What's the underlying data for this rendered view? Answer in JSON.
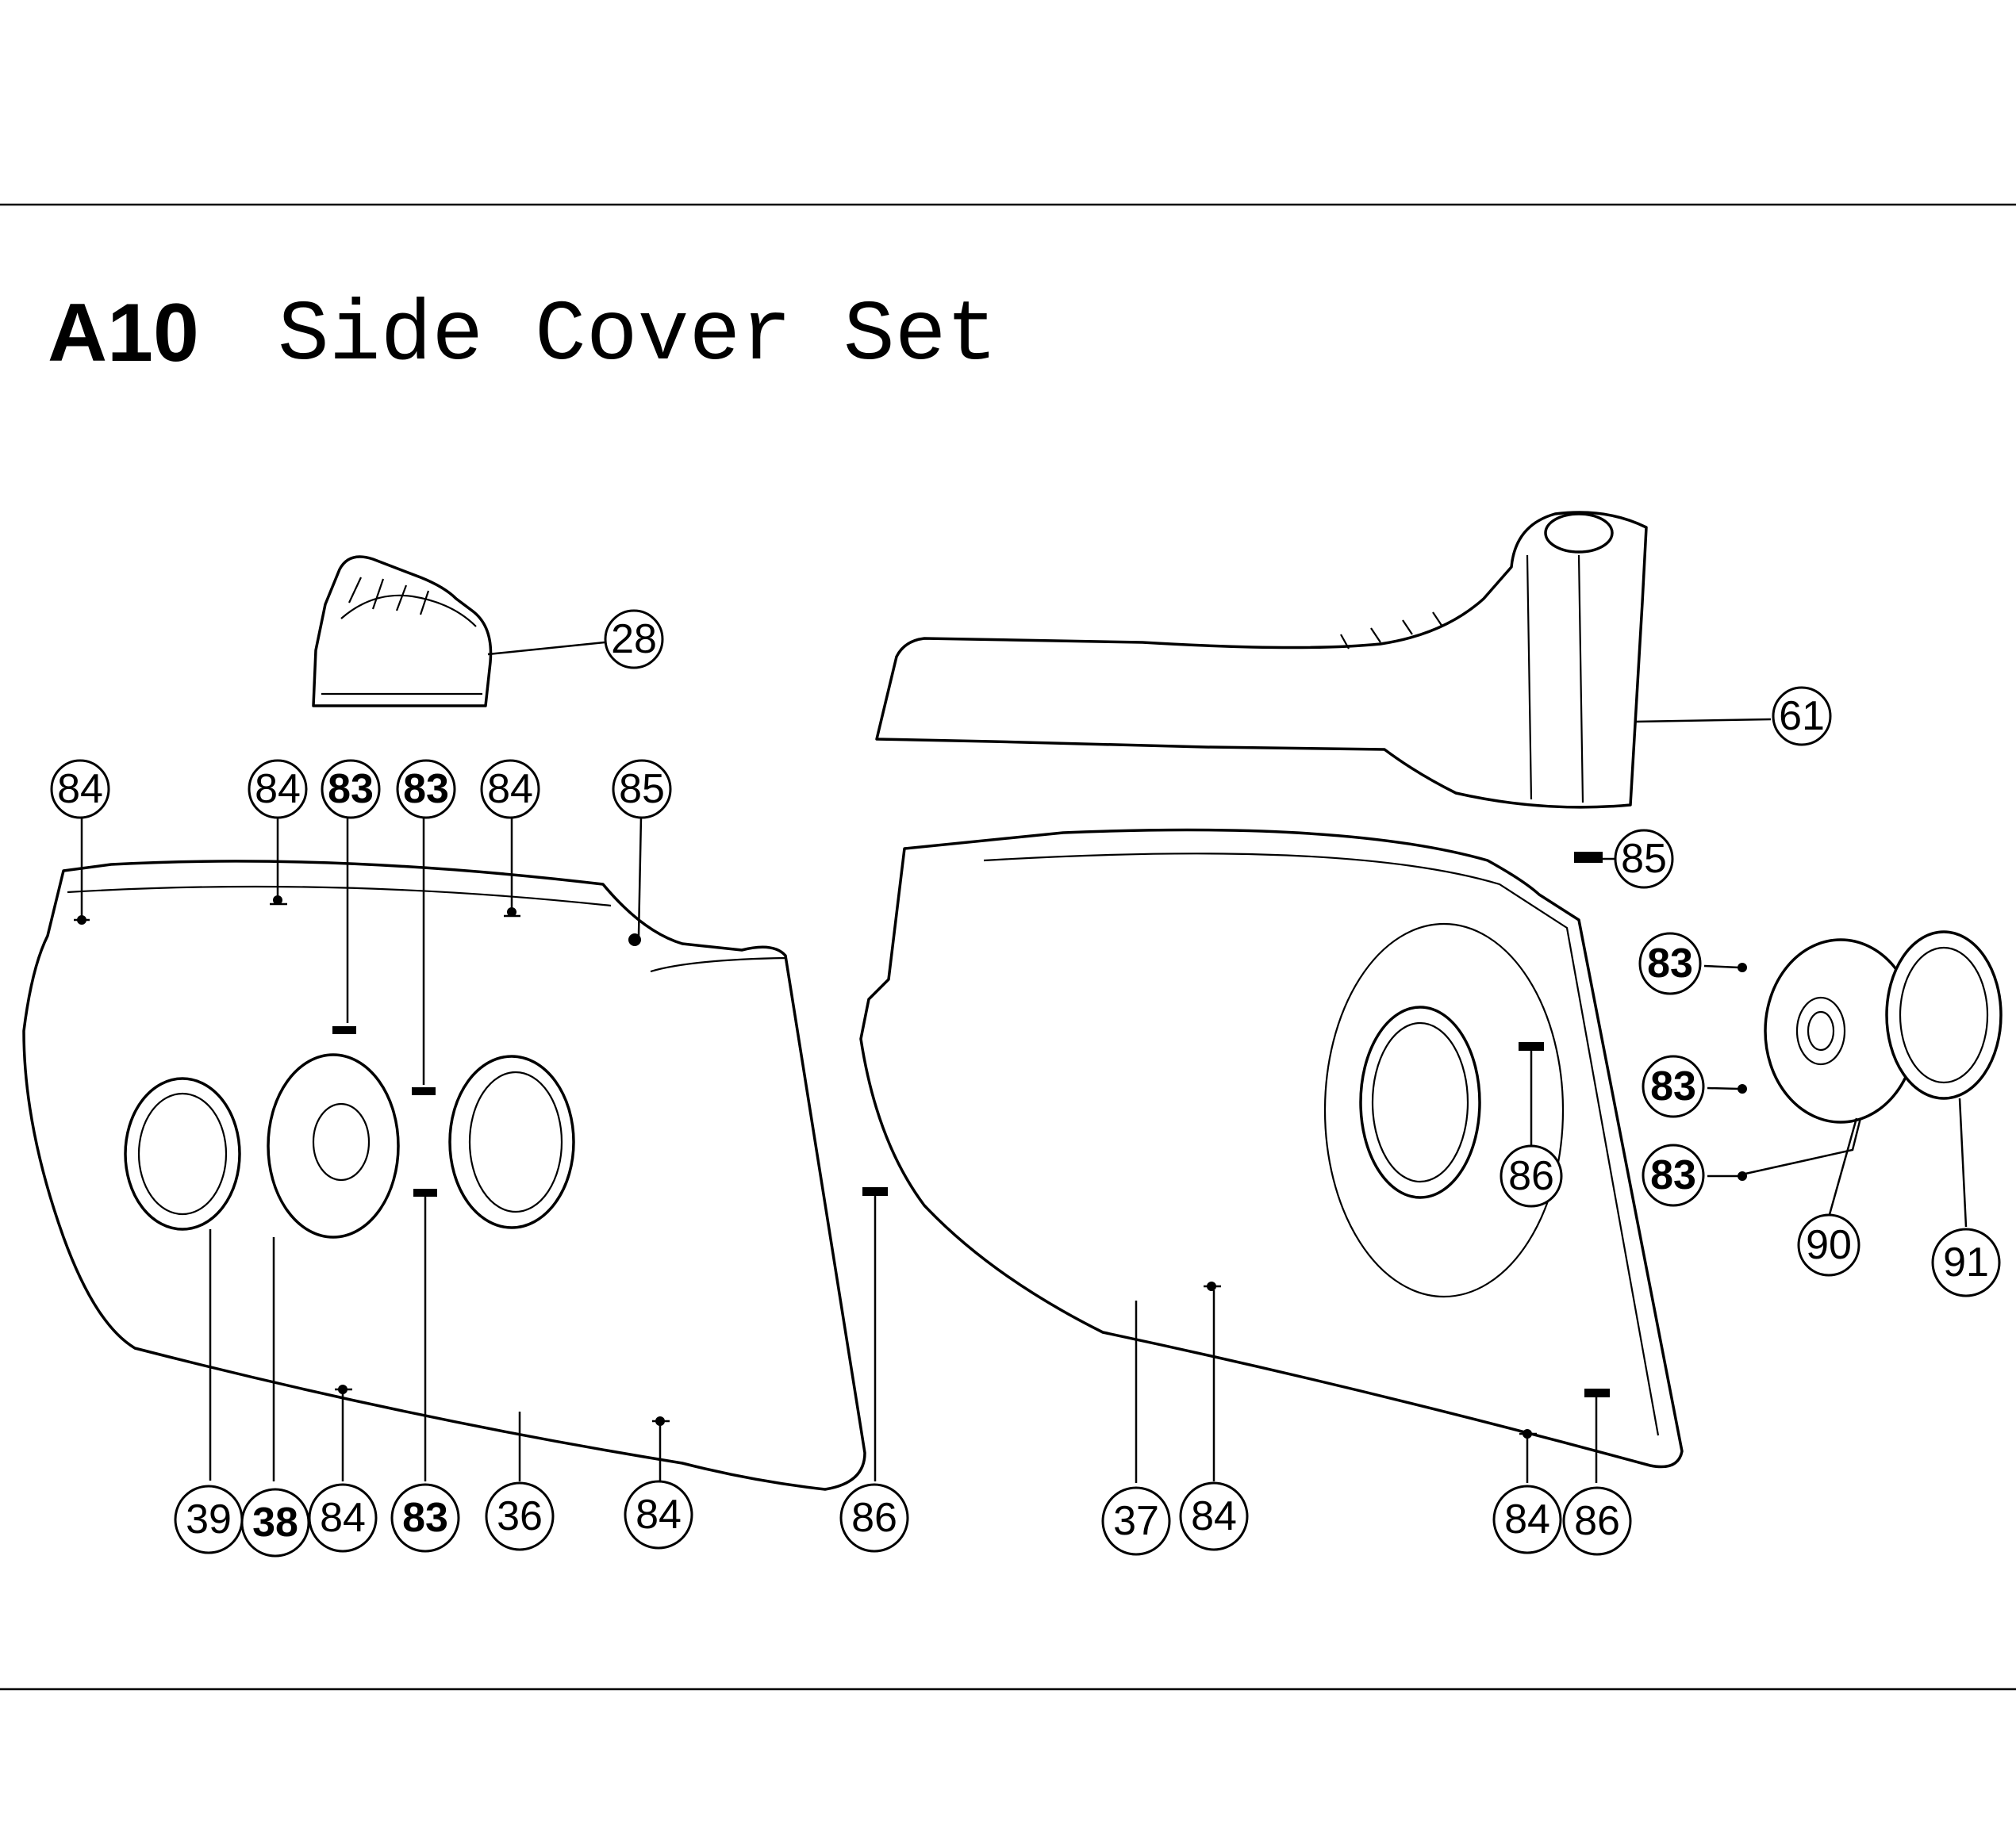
{
  "title": {
    "code": "A10",
    "text": "Side Cover Set"
  },
  "callouts": [
    {
      "id": "c28",
      "label": "28"
    },
    {
      "id": "c61",
      "label": "61"
    },
    {
      "id": "c84a",
      "label": "84"
    },
    {
      "id": "c84b",
      "label": "84"
    },
    {
      "id": "c83a",
      "label": "83",
      "bold": true
    },
    {
      "id": "c83b",
      "label": "83",
      "bold": true
    },
    {
      "id": "c84c",
      "label": "84"
    },
    {
      "id": "c85a",
      "label": "85"
    },
    {
      "id": "c85b",
      "label": "85"
    },
    {
      "id": "c83c",
      "label": "83",
      "bold": true
    },
    {
      "id": "c83d",
      "label": "83",
      "bold": true
    },
    {
      "id": "c83e",
      "label": "83",
      "bold": true
    },
    {
      "id": "c86a",
      "label": "86"
    },
    {
      "id": "c90",
      "label": "90"
    },
    {
      "id": "c91",
      "label": "91"
    },
    {
      "id": "c39",
      "label": "39"
    },
    {
      "id": "c38",
      "label": "38",
      "bold": true
    },
    {
      "id": "c84d",
      "label": "84"
    },
    {
      "id": "c83f",
      "label": "83",
      "bold": true
    },
    {
      "id": "c36",
      "label": "36"
    },
    {
      "id": "c84e",
      "label": "84"
    },
    {
      "id": "c86b",
      "label": "86"
    },
    {
      "id": "c37",
      "label": "37"
    },
    {
      "id": "c84f",
      "label": "84"
    },
    {
      "id": "c84g",
      "label": "84"
    },
    {
      "id": "c86c",
      "label": "86"
    }
  ]
}
